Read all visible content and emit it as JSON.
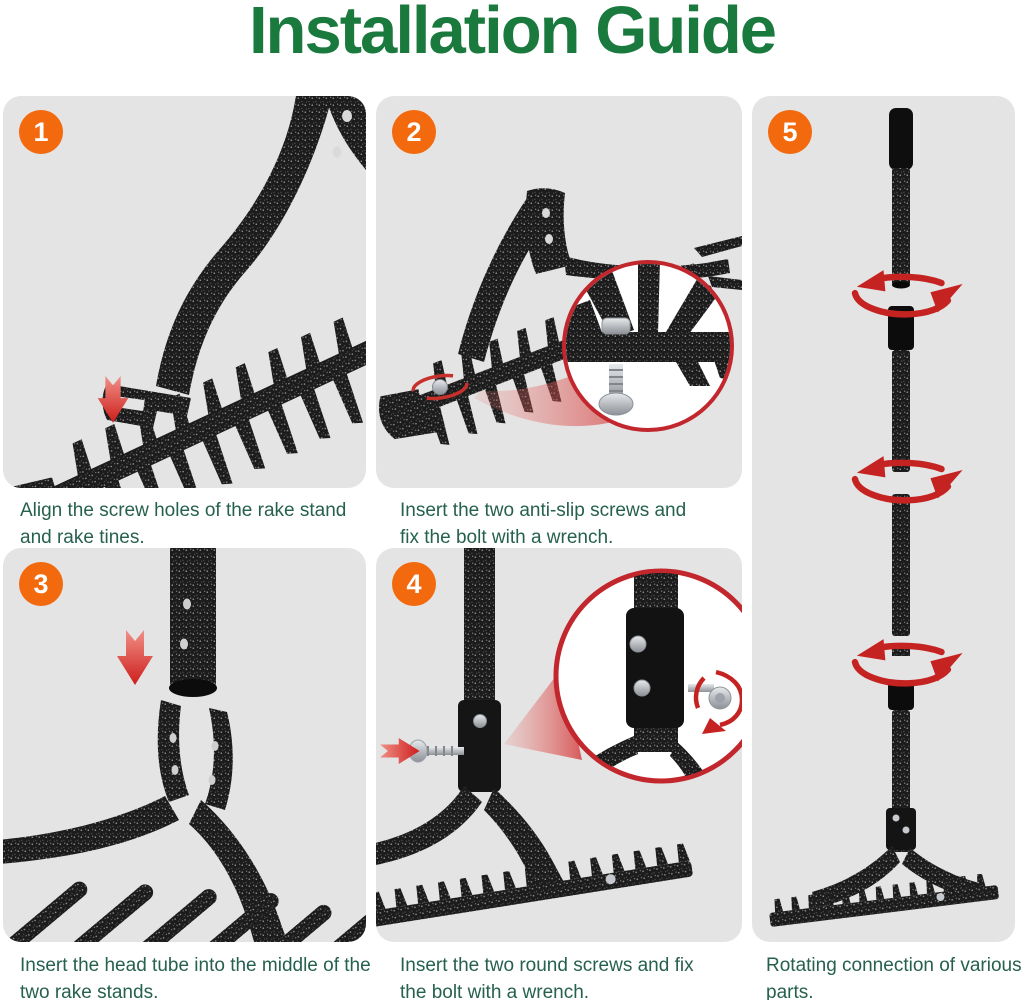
{
  "title": "Installation Guide",
  "colors": {
    "title_green": "#1a7a3e",
    "caption_green": "#26604f",
    "badge_orange": "#f2690e",
    "panel_gray": "#e4e4e4",
    "arrow_red": "#cd1e1c",
    "magnifier_border_red": "#c1272d",
    "metal_black": "#1c1c1c",
    "screw_silver": "#b9bdc2"
  },
  "steps": [
    {
      "number": "1",
      "caption": "Align the screw holes of the rake stand and rake tines.",
      "icon": "rake-stand-alignment-illustration"
    },
    {
      "number": "2",
      "caption": "Insert the two anti-slip screws and fix the bolt with a wrench.",
      "icon": "anti-slip-screws-magnifier-illustration"
    },
    {
      "number": "3",
      "caption": "Insert the head tube into the middle of the two rake stands.",
      "icon": "head-tube-insertion-illustration"
    },
    {
      "number": "4",
      "caption": "Insert the two round screws and fix the bolt with a wrench.",
      "icon": "round-screws-magnifier-illustration"
    },
    {
      "number": "5",
      "caption": "Rotating connection of various parts.",
      "icon": "pole-rotating-connections-illustration"
    }
  ]
}
